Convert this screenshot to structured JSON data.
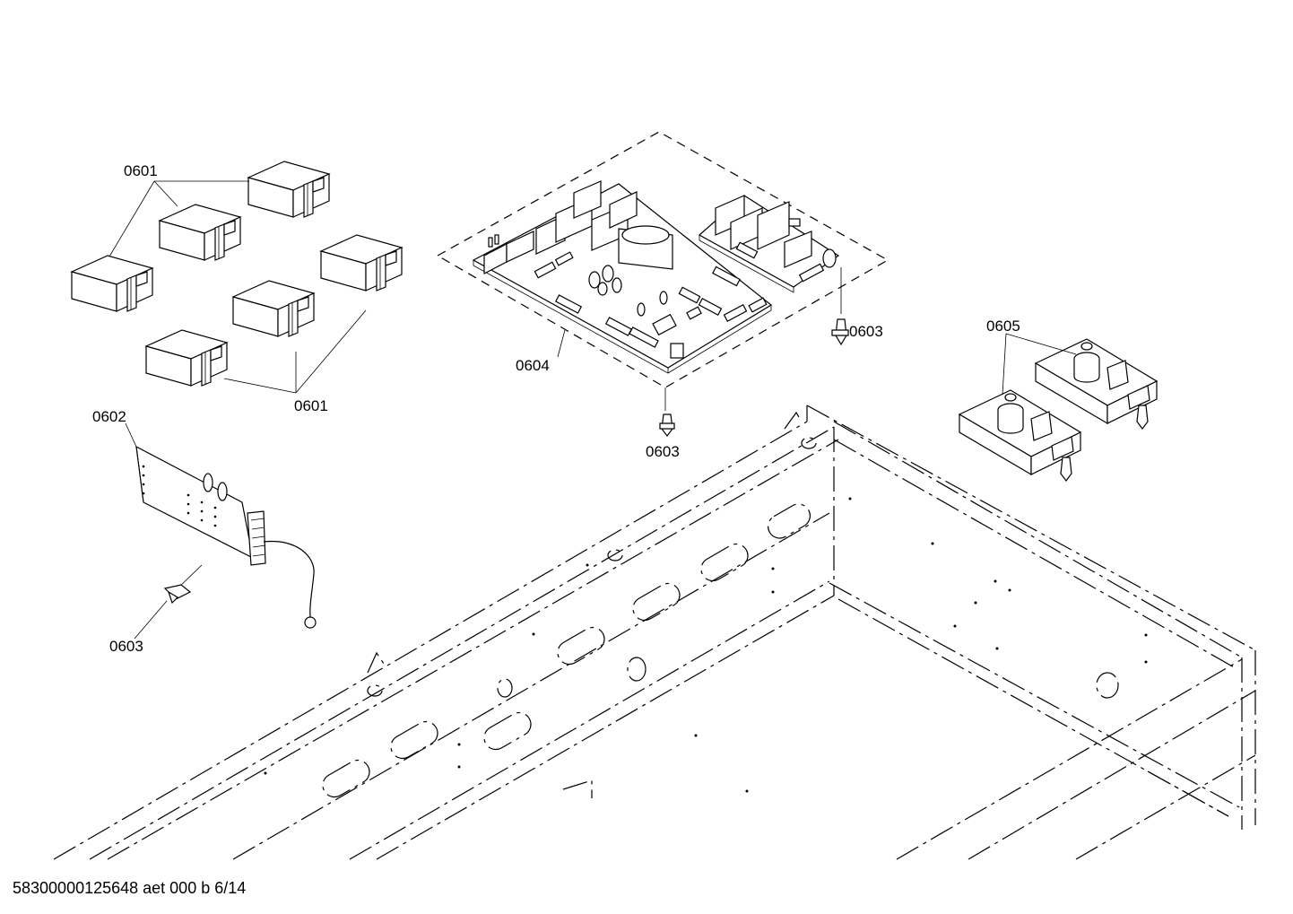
{
  "labels": {
    "relay_group_top": "0601",
    "relay_group_bottom": "0601",
    "small_board": "0602",
    "clip_small_board": "0603",
    "main_board": "0604",
    "clip_main_center": "0603",
    "clip_main_right": "0603",
    "filter_modules": "0605"
  },
  "footer": "58300000125648 aet 000 b 6/14"
}
